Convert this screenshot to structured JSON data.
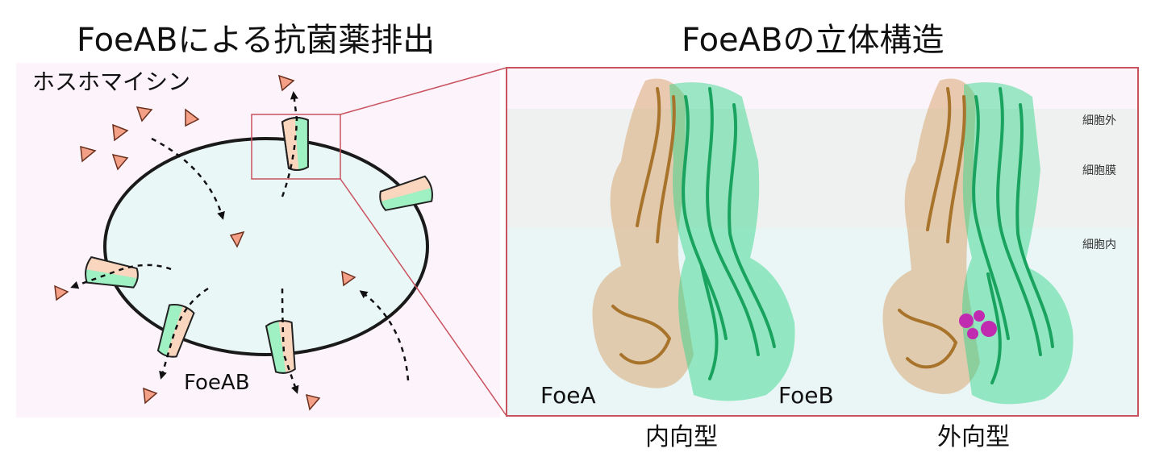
{
  "left_panel": {
    "title": "FoeABによる抗菌薬排出",
    "drug_label": "ホスホマイシン",
    "transporter_label": "FoeAB"
  },
  "right_panel": {
    "title": "FoeABの立体構造",
    "layers": {
      "outside": "細胞外",
      "membrane": "細胞膜",
      "inside": "細胞内"
    },
    "subunit_a": "FoeA",
    "subunit_b": "FoeB",
    "inward_label": "内向型",
    "outward_label": "外向型"
  },
  "colors": {
    "background_left": "#fdf3fb",
    "cell_fill": "#eaf7f7",
    "drug": "#f4a086",
    "foea": "#f9d6bd",
    "foeb": "#9ff0c2",
    "protein_a": "#b07a2d",
    "protein_b": "#1fb36a",
    "frame": "#c9525f",
    "bound_drug": "#c02bb0"
  }
}
